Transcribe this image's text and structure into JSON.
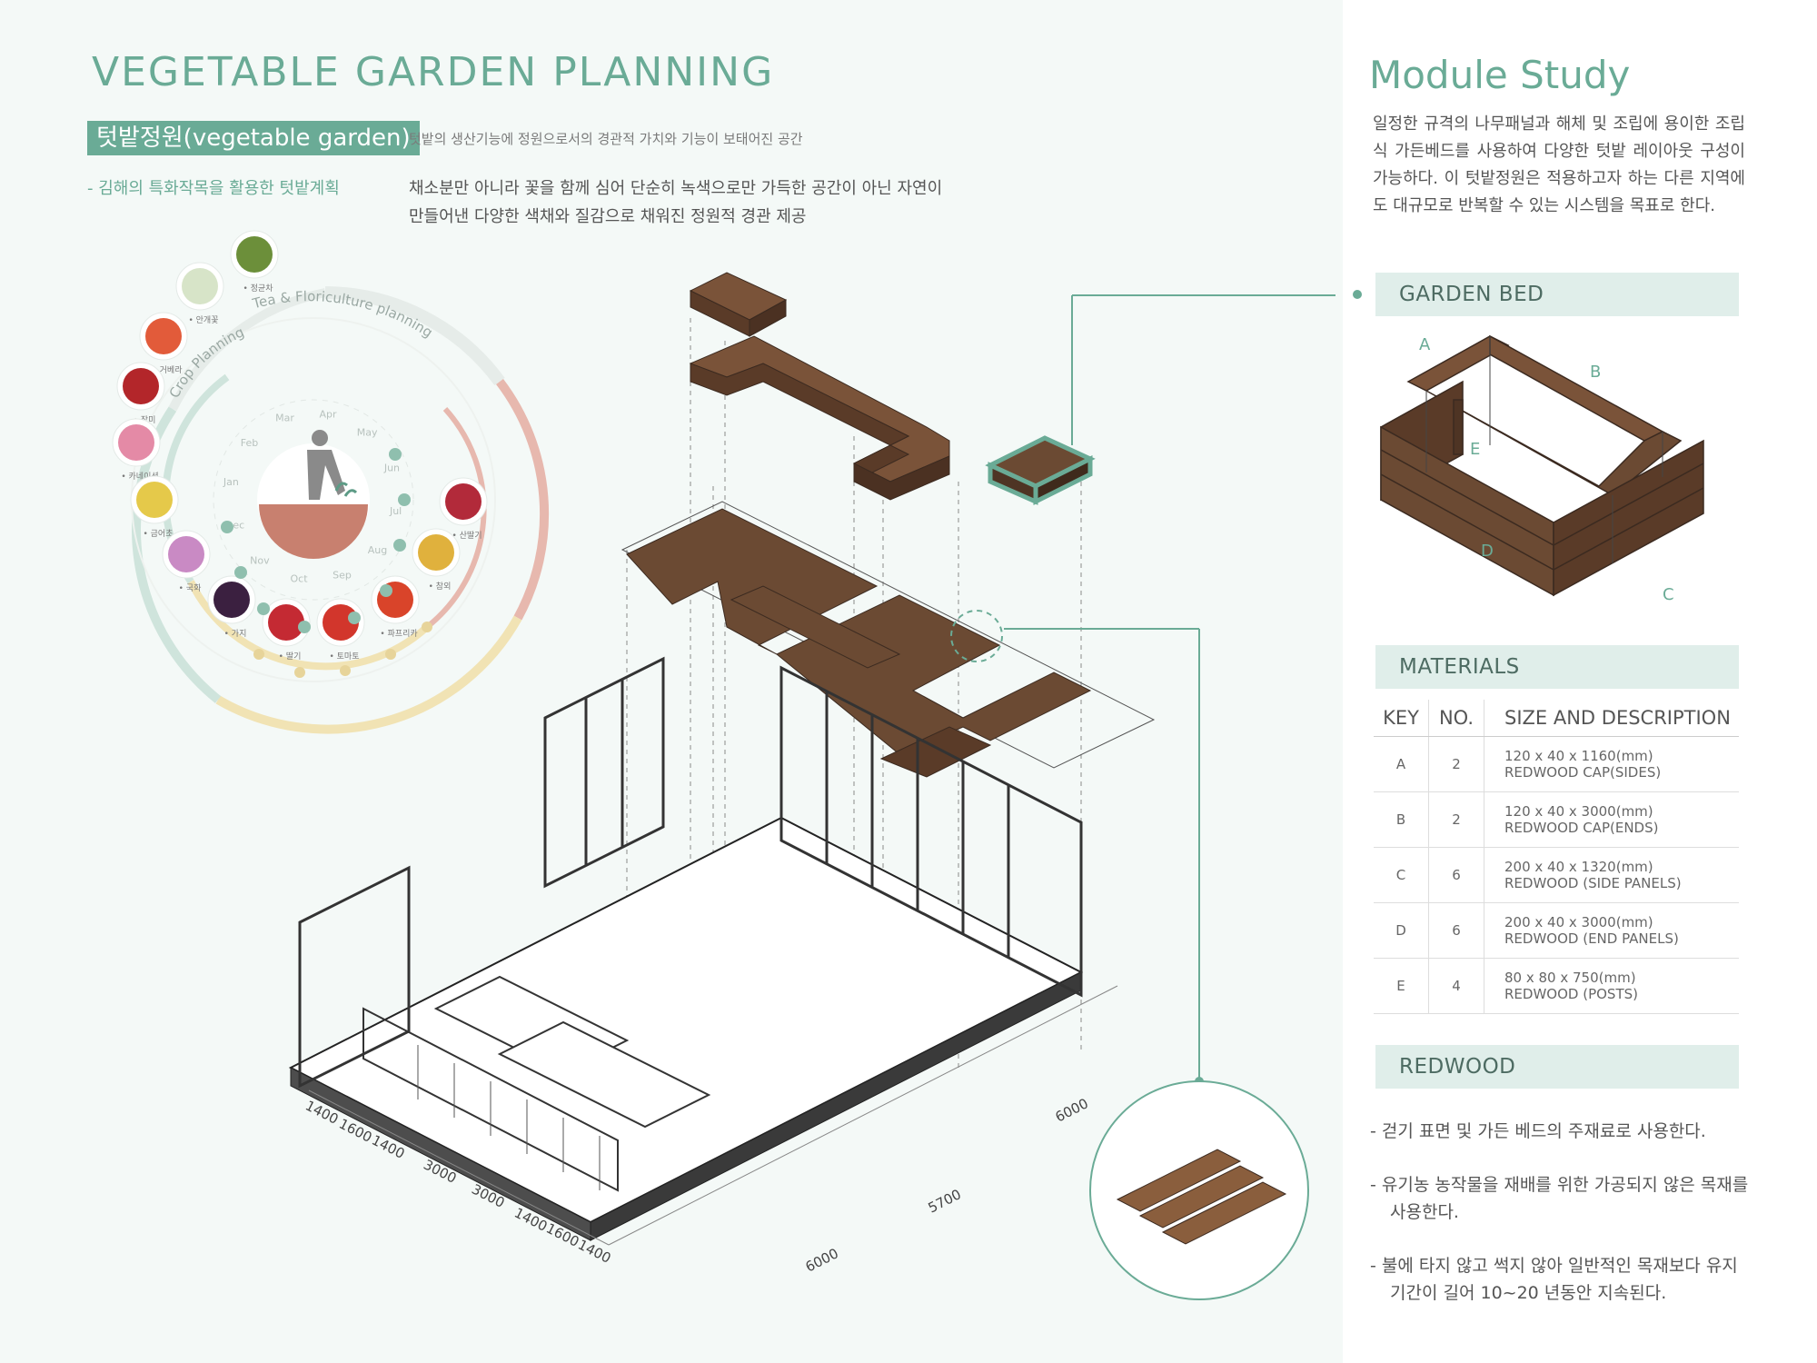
{
  "header": {
    "title": "VEGETABLE GARDEN PLANNING",
    "subtitle": "텃밭정원(vegetable garden)",
    "subtitle_desc": "텃밭의 생산기능에 정원으로서의 경관적 가치와 기능이 보태어진 공간",
    "tagline": "- 김해의 특화작목을 활용한 텃밭계획",
    "description": "채소분만 아니라 꽃을 함께 심어 단순히 녹색으로만 가득한 공간이 아닌 자연이 만들어낸 다양한 색채와 질감으로 채워진 정원적 경관 제공"
  },
  "crop_wheel": {
    "outer_label": "Tea & Floriculture planning",
    "inner_label": "Crop Planning",
    "months": [
      "Jan",
      "Feb",
      "Mar",
      "Apr",
      "May",
      "Jun",
      "Jul",
      "Aug",
      "Sep",
      "Oct",
      "Nov",
      "Dec"
    ],
    "crops": [
      "정균차",
      "안개꽃",
      "거베라",
      "장미",
      "카네이션",
      "금어초",
      "국화",
      "가지",
      "딸기",
      "토마토",
      "파프리카",
      "참외",
      "산딸기"
    ]
  },
  "dimensions": {
    "front": [
      "1400",
      "1600",
      "1400",
      "3000",
      "3000",
      "1400",
      "1600",
      "1400"
    ],
    "right": [
      "6000",
      "5700",
      "6000"
    ]
  },
  "module_study": {
    "title": "Module Study",
    "description": "일정한 규격의 나무패널과 해체 및 조립에 용이한 조립식 가든베드를 사용하여 다양한 텃밭 레이아웃 구성이 가능하다. 이 텃밭정원은 적용하고자 하는 다른 지역에도 대규모로 반복할 수 있는 시스템을 목표로 한다."
  },
  "garden_bed": {
    "heading": "GARDEN BED",
    "labels": [
      "A",
      "B",
      "C",
      "D",
      "E"
    ]
  },
  "materials": {
    "heading": "MATERIALS",
    "columns": [
      "KEY",
      "NO.",
      "SIZE AND DESCRIPTION"
    ],
    "rows": [
      {
        "key": "A",
        "no": "2",
        "size": "120 x 40 x 1160(mm)",
        "desc": "REDWOOD CAP(SIDES)"
      },
      {
        "key": "B",
        "no": "2",
        "size": "120 x 40 x 3000(mm)",
        "desc": "REDWOOD CAP(ENDS)"
      },
      {
        "key": "C",
        "no": "6",
        "size": "200 x 40 x 1320(mm)",
        "desc": "REDWOOD (SIDE PANELS)"
      },
      {
        "key": "D",
        "no": "6",
        "size": "200 x 40 x 3000(mm)",
        "desc": "REDWOOD (END PANELS)"
      },
      {
        "key": "E",
        "no": "4",
        "size": "80 x 80 x 750(mm)",
        "desc": "REDWOOD (POSTS)"
      }
    ]
  },
  "redwood": {
    "heading": "REDWOOD",
    "items": [
      "- 걷기 표면 및 가든 베드의 주재료로 사용한다.",
      "- 유기농 농작물을 재배를 위한 가공되지 않은 목재를 사용한다.",
      "- 불에 타지 않고 썩지 않아 일반적인 목재보다 유지기간이 길어 10~20 년동안 지속된다."
    ]
  },
  "colors": {
    "accent": "#6aab96",
    "wood": "#6b4a33",
    "wood_dark": "#4e3424",
    "panel_bg": "#f4f9f7",
    "bar_bg": "#e0eeea"
  }
}
